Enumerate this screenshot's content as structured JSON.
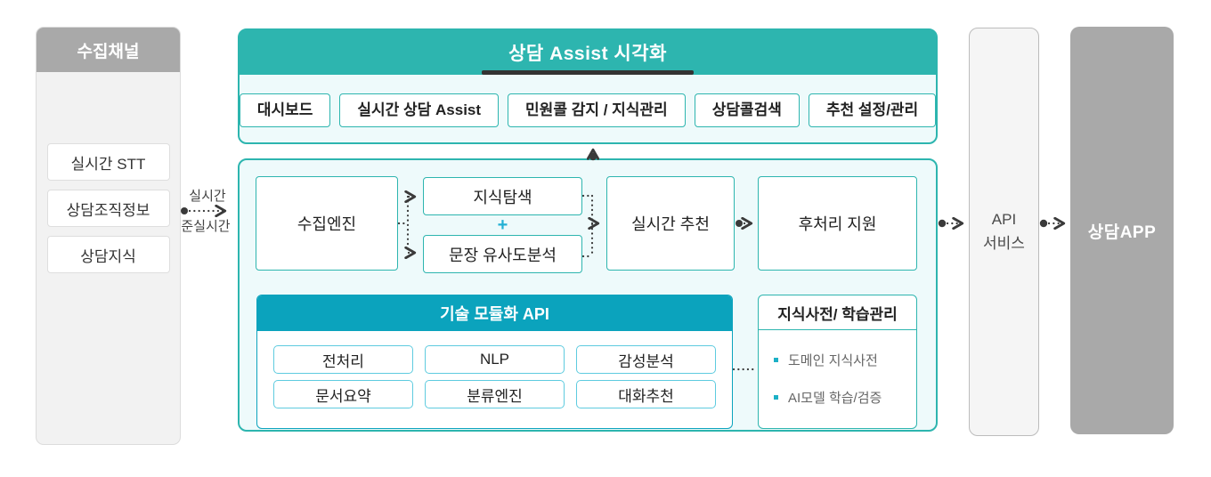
{
  "colors": {
    "teal": "#2db5af",
    "teal_bg": "#eefafb",
    "cyan": "#0ba3bd",
    "cyan_light": "#5ecbdf",
    "plus": "#23b0d4",
    "bullet": "#1cb0c6",
    "gray_box": "#a9a9a9",
    "panel_bg": "#f2f2f2",
    "line": "#3a3a3a"
  },
  "collection_panel": {
    "title": "수집채널",
    "items": [
      "실시간 STT",
      "상담조직정보",
      "상담지식"
    ]
  },
  "input_flow": {
    "label_top": "실시간",
    "label_bottom": "준실시간"
  },
  "assist_viz": {
    "title": "상담 Assist 시각화",
    "menus": [
      "대시보드",
      "실시간 상담 Assist",
      "민원콜 감지 / 지식관리",
      "상담콜검색",
      "추천 설정/관리"
    ]
  },
  "engine_flow": {
    "collect": "수집엔진",
    "knowledge_search": "지식탐색",
    "plus": "+",
    "similarity": "문장 유사도분석",
    "realtime_reco": "실시간 추천",
    "postprocess": "후처리 지원"
  },
  "tech_api": {
    "title": "기술 모듈화 API",
    "modules": [
      "전처리",
      "NLP",
      "감성분석",
      "문서요약",
      "분류엔진",
      "대화추천"
    ]
  },
  "knowledge_mgmt": {
    "title": "지식사전/ 학습관리",
    "items": [
      "도메인 지식사전",
      "AI모델 학습/검증"
    ]
  },
  "api_service": {
    "line1": "API",
    "line2": "서비스"
  },
  "app": {
    "title": "상담APP"
  }
}
